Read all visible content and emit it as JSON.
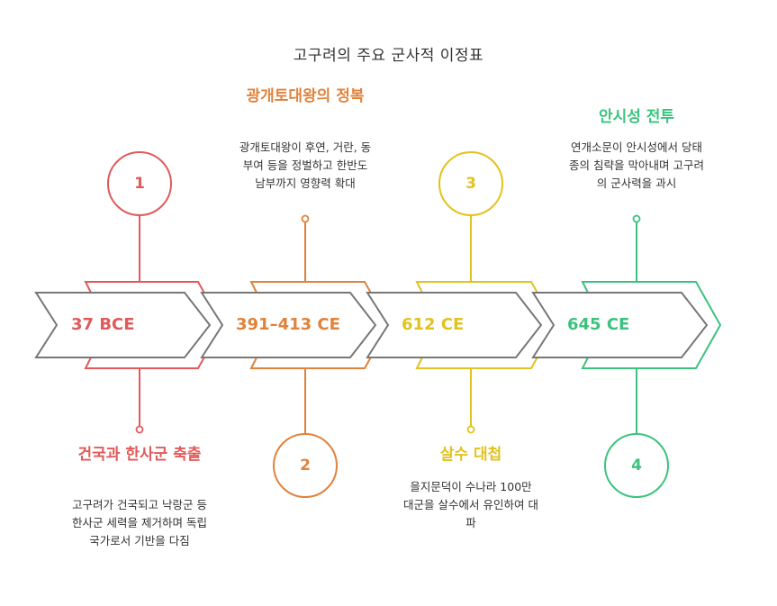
{
  "title": "고구려의 주요 군사적 이정표",
  "colors": {
    "red": "#e05a5a",
    "orange": "#e0823a",
    "yellow": "#e2c21f",
    "green": "#3cc27e",
    "arrow_gray": "#777777"
  },
  "events": [
    {
      "number": "1",
      "date": "37 BCE",
      "title": "건국과 한사군 축출",
      "description": "고구려가 건국되고 낙랑군 등 한사군 세력을 제거하며 독립국가로서 기반을 다짐"
    },
    {
      "number": "2",
      "date": "391–413 CE",
      "title": "광개토대왕의 정복",
      "description": "광개토대왕이 후연, 거란, 동부여 등을 정벌하고 한반도 남부까지 영향력 확대"
    },
    {
      "number": "3",
      "date": "612 CE",
      "title": "살수 대첩",
      "description": "을지문덕이 수나라 100만 대군을 살수에서 유인하여 대파"
    },
    {
      "number": "4",
      "date": "645 CE",
      "title": "안시성 전투",
      "description": "연개소문이 안시성에서 당태종의 침략을 막아내며 고구려의 군사력을 과시"
    }
  ]
}
